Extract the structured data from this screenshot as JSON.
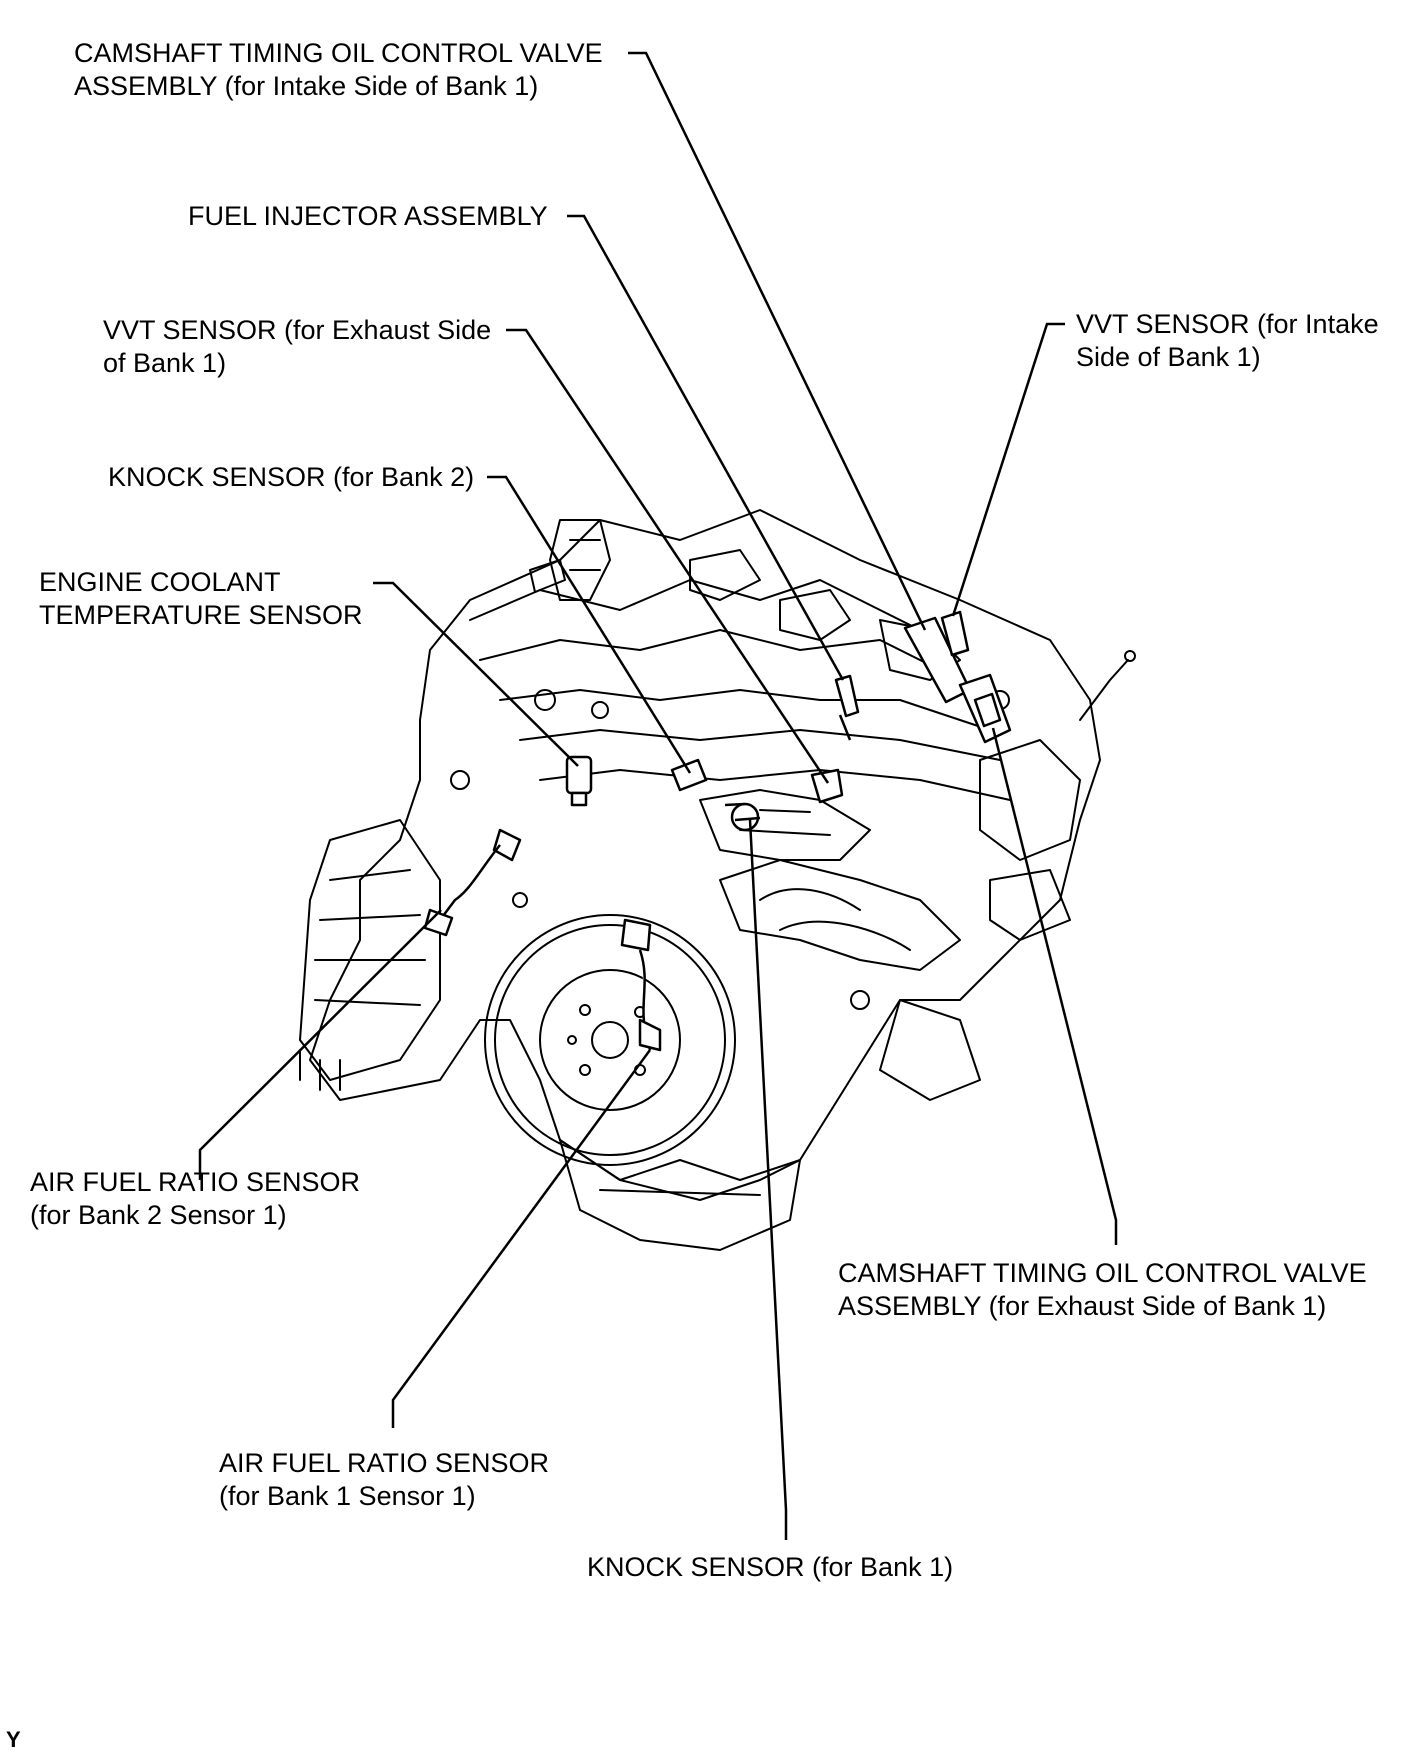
{
  "colors": {
    "ink": "#000000",
    "background": "#ffffff"
  },
  "labels": {
    "ocv_intake": [
      "CAMSHAFT TIMING OIL CONTROL VALVE",
      "ASSEMBLY (for Intake Side of Bank 1)"
    ],
    "fuel_injector": [
      "FUEL INJECTOR ASSEMBLY"
    ],
    "vvt_exhaust": [
      "VVT SENSOR (for Exhaust Side",
      "of Bank 1)"
    ],
    "vvt_intake": [
      "VVT SENSOR (for Intake",
      "Side of Bank 1)"
    ],
    "knock_bank2": [
      "KNOCK SENSOR (for Bank 2)"
    ],
    "coolant_temp": [
      "ENGINE COOLANT",
      "TEMPERATURE SENSOR"
    ],
    "af_bank2": [
      "AIR FUEL RATIO SENSOR",
      "(for Bank 2 Sensor 1)"
    ],
    "ocv_exhaust": [
      "CAMSHAFT TIMING OIL CONTROL VALVE",
      "ASSEMBLY (for Exhaust Side of Bank 1)"
    ],
    "af_bank1": [
      "AIR FUEL RATIO SENSOR",
      "(for Bank 1 Sensor 1)"
    ],
    "knock_bank1": [
      "KNOCK SENSOR (for Bank 1)"
    ]
  },
  "corner_mark": "Y"
}
